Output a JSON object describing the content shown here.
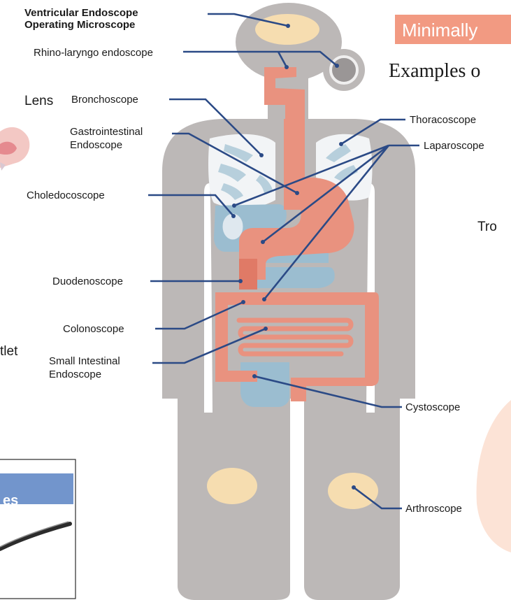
{
  "labels": {
    "ventricular_line1": "Ventricular Endoscope",
    "ventricular_line2": "Operating Microscope",
    "rhino": "Rhino-laryngo endoscope",
    "broncho": "Bronchoscope",
    "gastro_line1": "Gastrointestinal",
    "gastro_line2": "Endoscope",
    "choledocho": "Choledocoscope",
    "duodeno": "Duodenoscope",
    "colono": "Colonoscope",
    "small_line1": "Small Intestinal",
    "small_line2": "Endoscope",
    "thoraco": "Thoracoscope",
    "laparo": "Laparoscope",
    "cysto": "Cystoscope",
    "arthro": "Arthroscope"
  },
  "header": {
    "banner": "Minimally",
    "subtitle": "Examples o"
  },
  "left_fragments": {
    "lens": "Lens",
    "outlet": "tlet",
    "box_heading": "es"
  },
  "right_fragments": {
    "tro": "Tro"
  },
  "colors": {
    "body_gray": "#bcb8b7",
    "lung_blue": "#f2f4f6",
    "organ_blue": "#9bbdd0",
    "organ_red": "#e9927f",
    "organ_red_dark": "#e07a66",
    "cream": "#f6ddb0",
    "leader_blue": "#2b4a86",
    "banner_salmon": "#f29a82",
    "box_blue": "#7295cc"
  }
}
